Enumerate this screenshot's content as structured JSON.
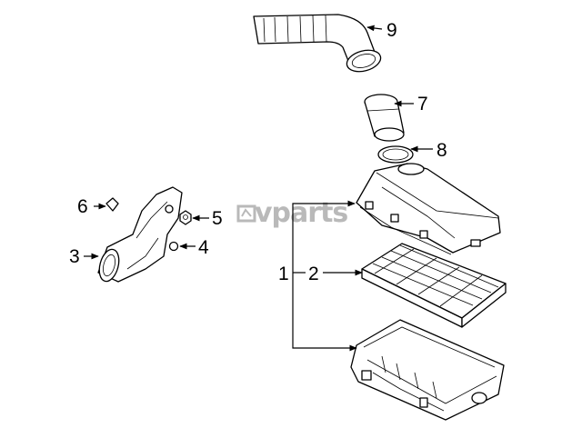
{
  "watermark": "vparts",
  "callouts": {
    "c1": "1",
    "c2": "2",
    "c3": "3",
    "c4": "4",
    "c5": "5",
    "c6": "6",
    "c7": "7",
    "c8": "8",
    "c9": "9"
  },
  "colors": {
    "line": "#000000",
    "watermark": "#b9b9b9",
    "background": "#ffffff"
  }
}
